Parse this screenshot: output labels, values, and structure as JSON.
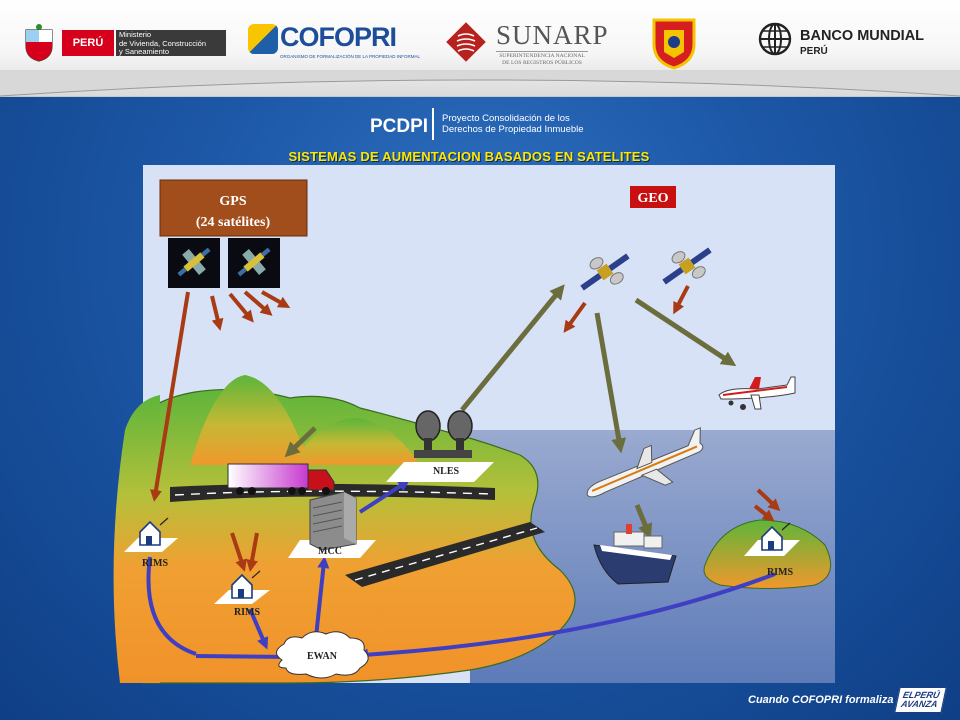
{
  "header": {
    "peru_badge": "PERÚ",
    "ministry_name": "Ministerio\nde Vivienda, Construcción\ny Saneamiento",
    "cofopri_name": "COFOPRI",
    "cofopri_subtitle": "ORGANISMO DE FORMALIZACIÓN DE LA PROPIEDAD INFORMAL",
    "sunarp_name": "SUNARP",
    "sunarp_subtitle": "SUPERINTENDENCIA NACIONAL\nDE LOS REGISTROS PÚBLICOS",
    "worldbank_name": "BANCO MUNDIAL",
    "worldbank_country": "PERÚ"
  },
  "project": {
    "acronym": "PCDPI",
    "name": "Proyecto Consolidación de los Derechos de Propiedad Inmueble"
  },
  "slide_title": "SISTEMAS DE AUMENTACION BASADOS EN  SATELITES",
  "diagram": {
    "gps_label_line1": "GPS",
    "gps_label_line2": "(24 satélites)",
    "geo_label": "GEO",
    "nles_label": "NLES",
    "mcc_label": "MCC",
    "rims_left_label": "RIMS",
    "rims_center_label": "RIMS",
    "rims_right_label": "RIMS",
    "ewan_label": "EWAN"
  },
  "colors": {
    "sky": "#d7e2f7",
    "sea": "#7f96c4",
    "land_top": "#66b93c",
    "land_bottom": "#f0982c",
    "gps_box": "#a14d1c",
    "geo_box": "#c81010",
    "arrow_brown": "#a83a14",
    "arrow_olive": "#6b6d3c",
    "arrow_blue": "#3f3fc4",
    "title_yellow": "#ffe800"
  },
  "footer": {
    "tagline": "Cuando COFOPRI formaliza",
    "badge": "ELPERÚ\nAVANZA"
  }
}
